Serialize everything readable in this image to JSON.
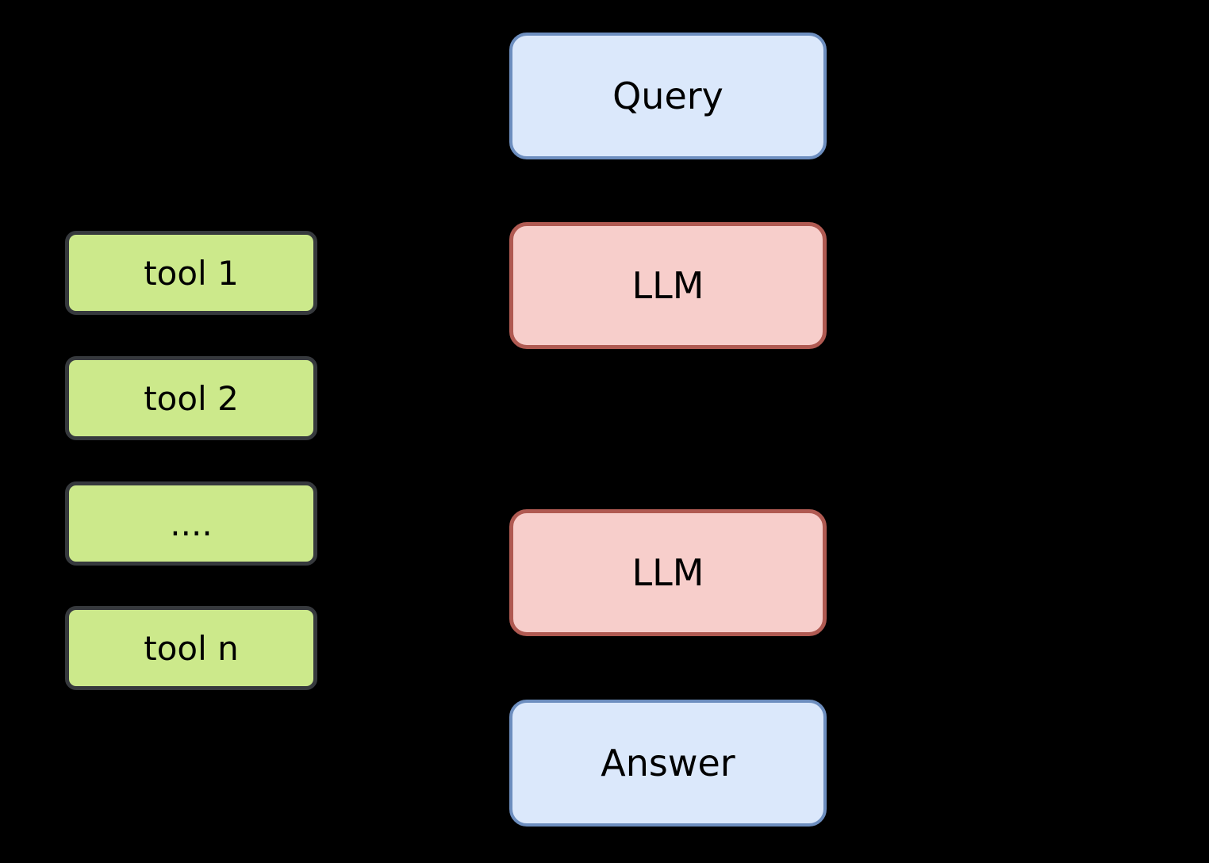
{
  "diagram": {
    "background_color": "#000000",
    "text_color": "#000000",
    "palette": {
      "blue_fill": "#dbe8fb",
      "blue_border": "#6d8ebf",
      "pink_fill": "#f7cecb",
      "pink_border": "#b05a52",
      "green_fill": "#cce98b",
      "green_border": "#36393d"
    },
    "flow_nodes": [
      {
        "label": "Query",
        "color": "blue"
      },
      {
        "label": "LLM",
        "color": "pink"
      },
      {
        "label": "LLM",
        "color": "pink"
      },
      {
        "label": "Answer",
        "color": "blue"
      }
    ],
    "tool_nodes": [
      {
        "label": "tool 1"
      },
      {
        "label": "tool 2"
      },
      {
        "label": "...."
      },
      {
        "label": "tool n"
      }
    ]
  }
}
